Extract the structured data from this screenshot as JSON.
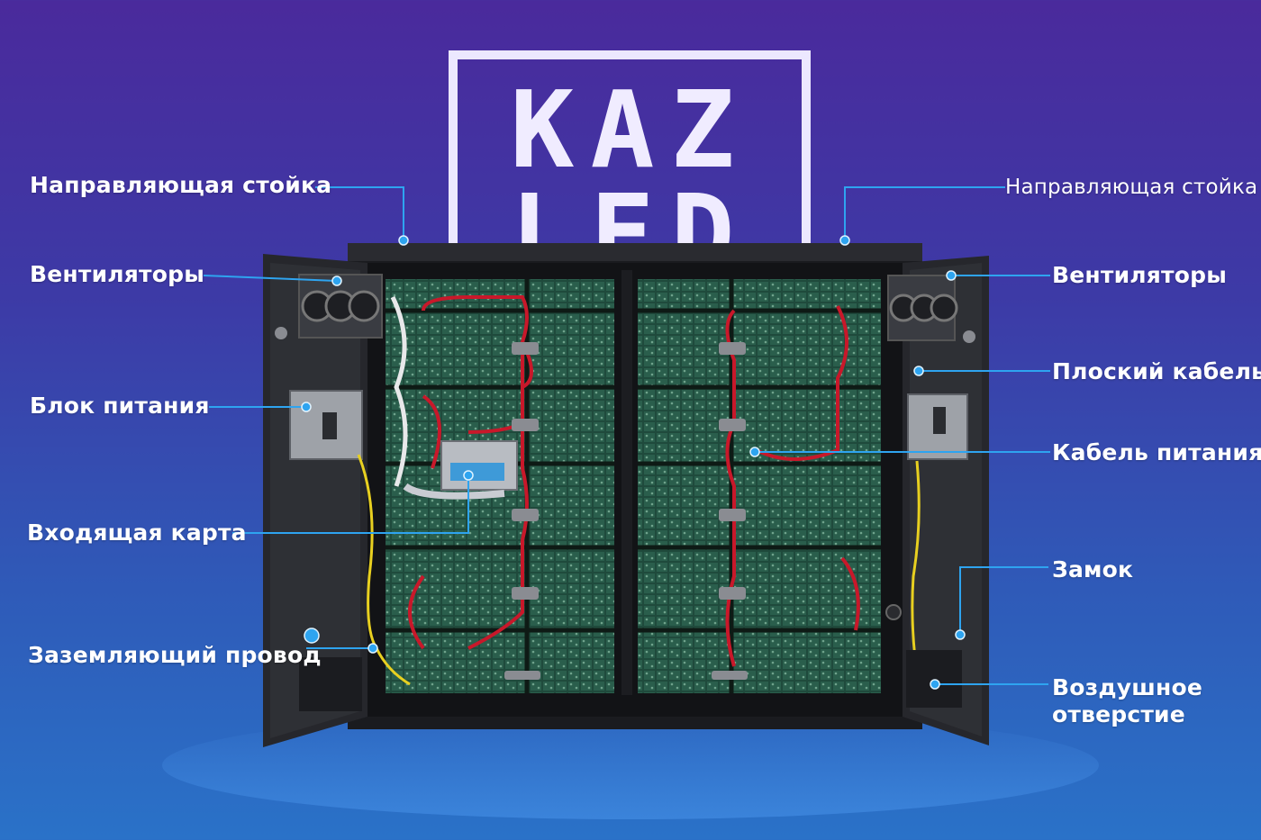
{
  "logo": {
    "line1": "KAZ",
    "line2": "LED"
  },
  "labels": {
    "guide_left": "Направляющая стойка",
    "guide_right": "Направляющая стойка",
    "fans_left": "Вентиляторы",
    "fans_right": "Вентиляторы",
    "power_supply": "Блок питания",
    "flat_cable": "Плоский кабель",
    "power_cable": "Кабель питания",
    "input_card": "Входящая карта",
    "lock": "Замок",
    "ground_wire": "Заземляющий провод",
    "air_vent_line1": "Воздушное",
    "air_vent_line2": "отверстие"
  },
  "colors": {
    "callout": "#2ea4f0",
    "cabinet": "#1d1e22",
    "door": "#26272c",
    "module": "#1f4a3c",
    "red_wire": "#c8182a",
    "yellow_wire": "#e8d020"
  }
}
